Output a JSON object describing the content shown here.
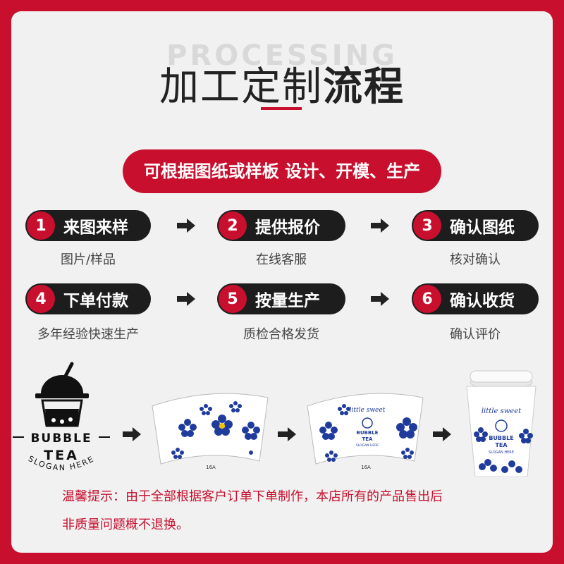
{
  "header": {
    "watermark": "PROCESSING",
    "title_normal": "加工定制",
    "title_bold": "流程",
    "subtitle": "可根据图纸或样板 设计、开模、生产"
  },
  "steps": [
    {
      "num": "1",
      "label": "来图来样",
      "sub": "图片/样品"
    },
    {
      "num": "2",
      "label": "提供报价",
      "sub": "在线客服"
    },
    {
      "num": "3",
      "label": "确认图纸",
      "sub": "核对确认"
    },
    {
      "num": "4",
      "label": "下单付款",
      "sub": "多年经验快速生产"
    },
    {
      "num": "5",
      "label": "按量生产",
      "sub": "质检合格发货"
    },
    {
      "num": "6",
      "label": "确认收货",
      "sub": "确认评价"
    }
  ],
  "logo": {
    "line1": "BUBBLE",
    "line2": "TEA",
    "slogan": "SLOGAN HERE"
  },
  "cup_sheet_1": {
    "size_label": "16A"
  },
  "cup_sheet_2": {
    "size_label": "16A",
    "brand_script": "little sweet",
    "brand_line1": "BUBBLE",
    "brand_line2": "TEA",
    "brand_slogan": "SLOGAN HERE"
  },
  "final_cup": {
    "brand_script": "little sweet",
    "brand_line1": "BUBBLE",
    "brand_line2": "TEA",
    "brand_slogan": "SLOGAN HERE"
  },
  "notes": {
    "line1": "温馨提示：由于全部根据客户订单下单制作，本店所有的产品售出后",
    "line2": "非质量问题概不退换。"
  },
  "colors": {
    "accent": "#c8102e",
    "dark": "#1d1d1d",
    "flower_blue": "#1f3b9c",
    "flower_center": "#f2c200"
  }
}
